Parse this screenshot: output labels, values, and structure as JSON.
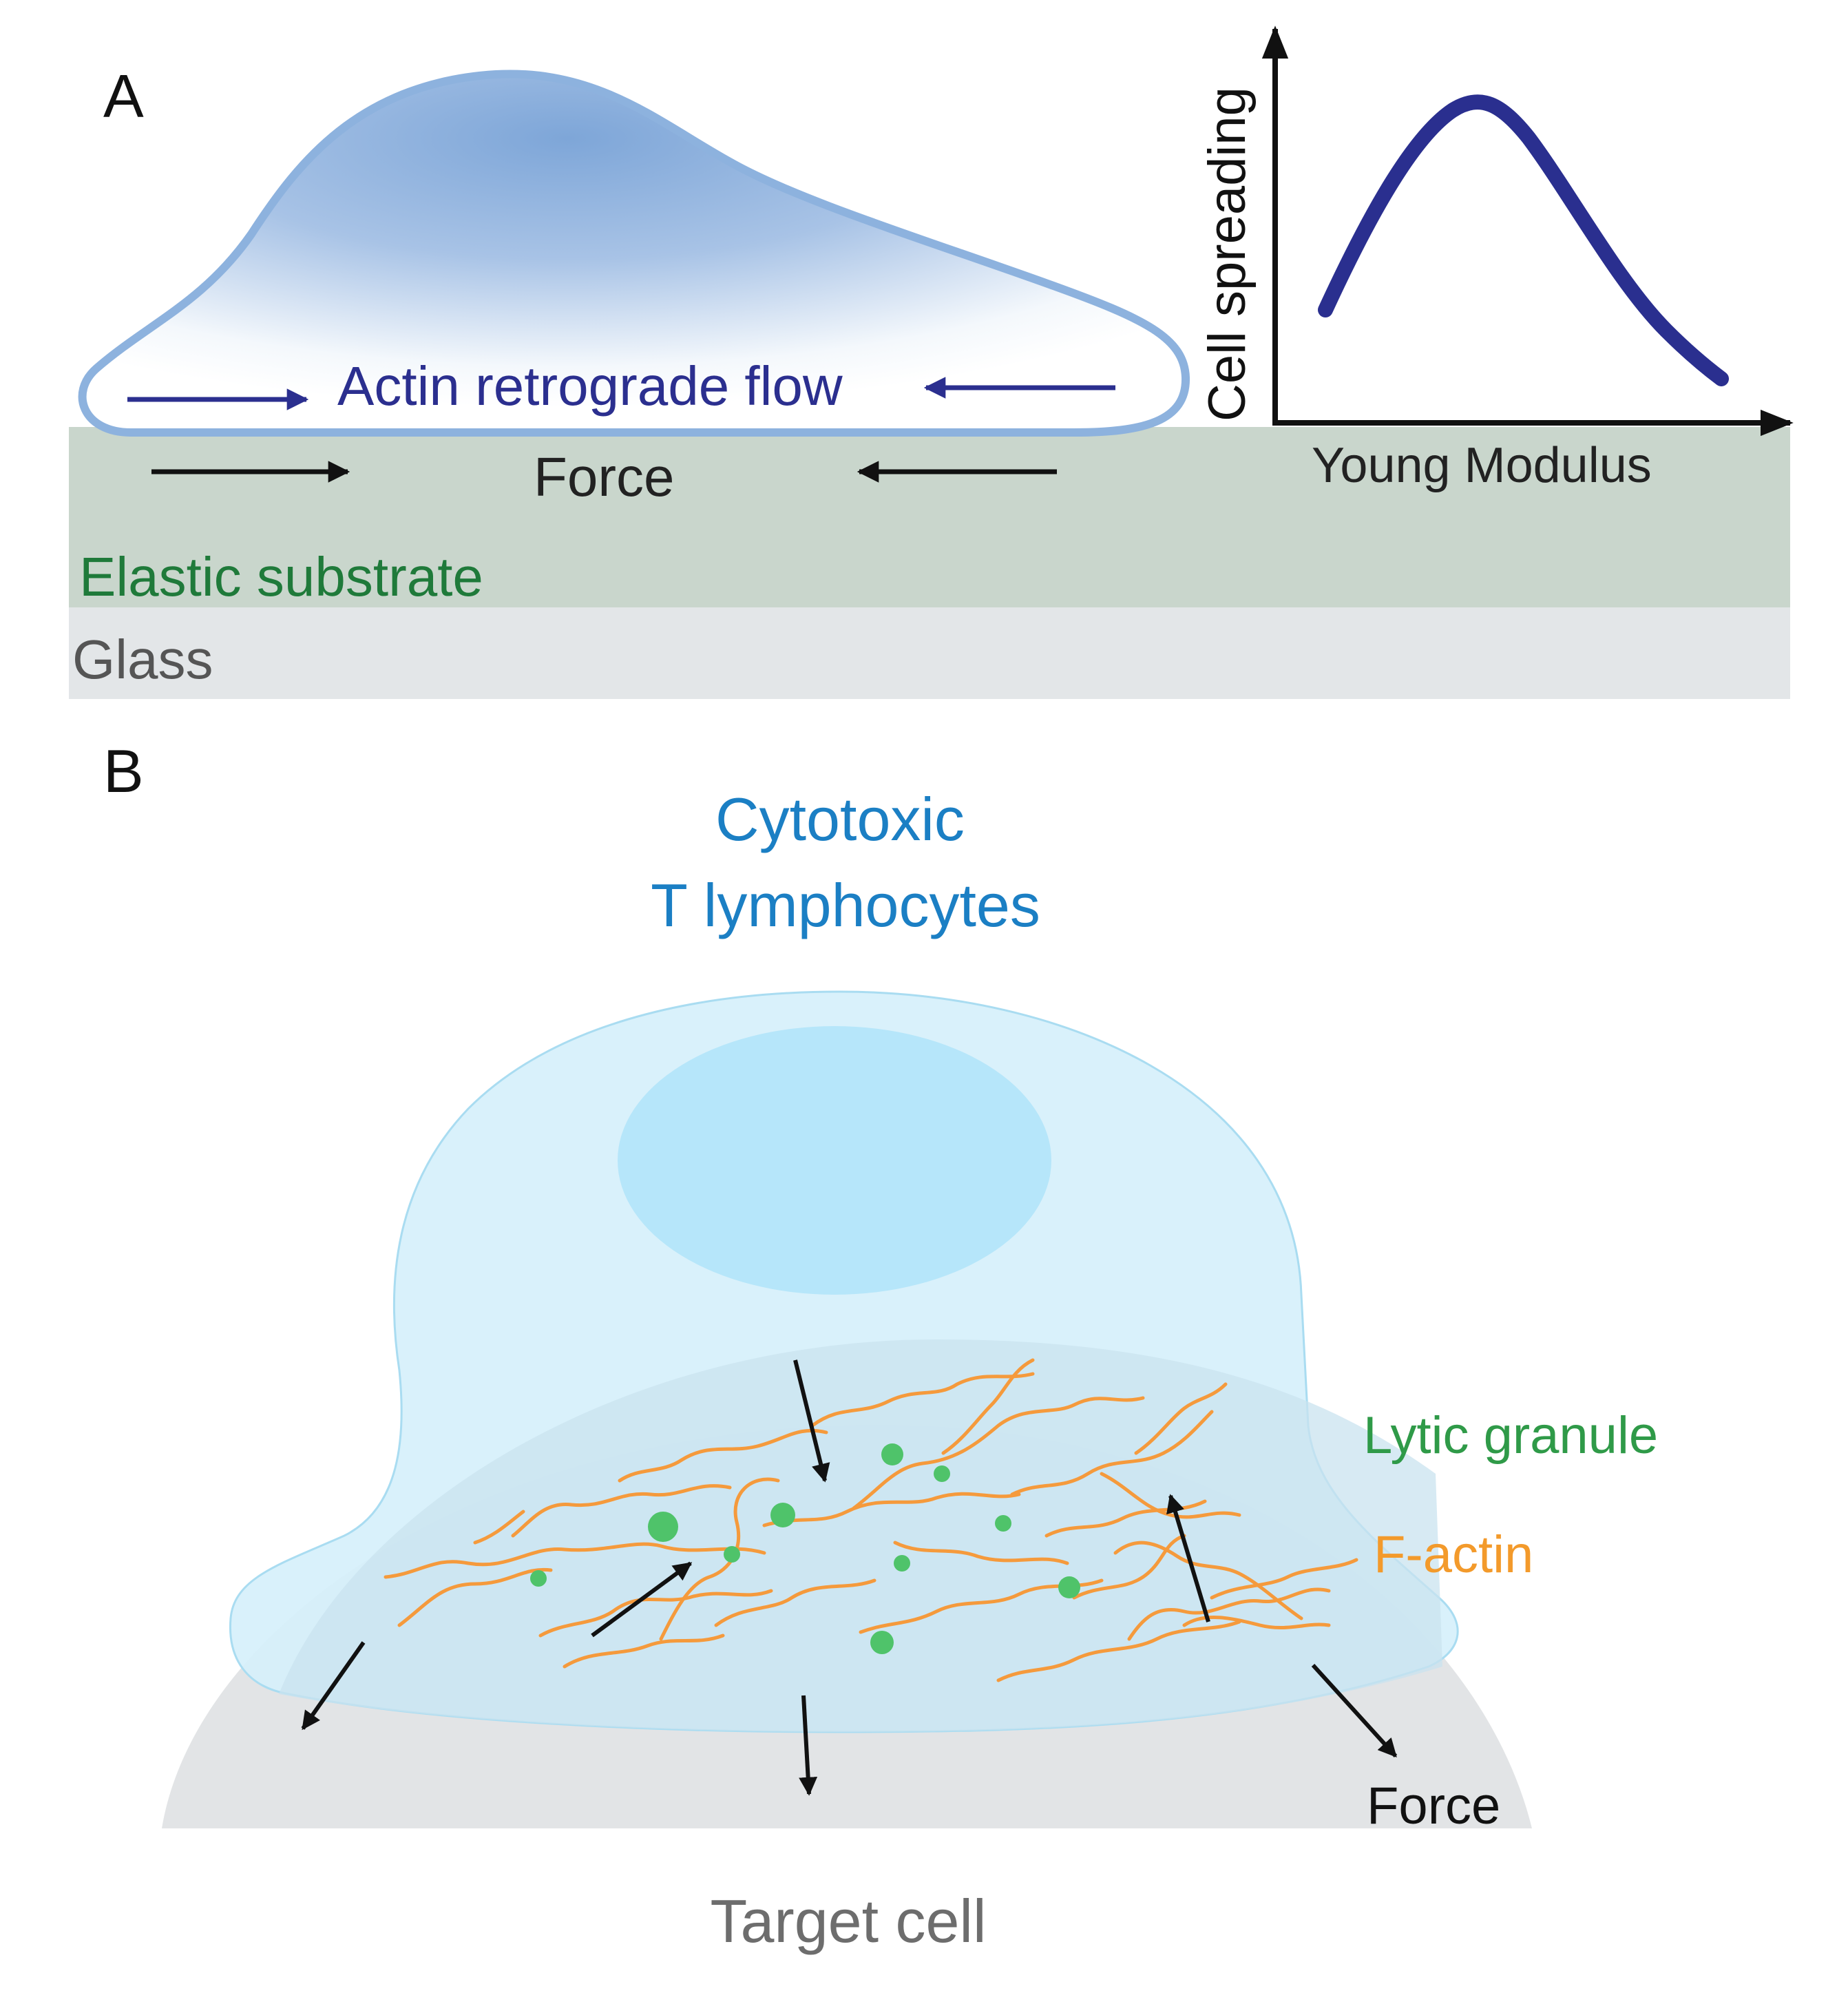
{
  "panel_a": {
    "label": "A",
    "flow_label": "Actin retrograde flow",
    "force_label": "Force",
    "substrate_label": "Elastic substrate",
    "glass_label": "Glass",
    "inset_chart": {
      "ylabel": "Cell spreading",
      "xlabel": "Young Modulus"
    }
  },
  "panel_b": {
    "label": "B",
    "title_line1": "Cytotoxic",
    "title_line2": "T lymphocytes",
    "granule_label": "Lytic granule",
    "actin_label": "F-actin",
    "force_label": "Force",
    "target_label": "Target cell"
  },
  "colors": {
    "substrate": "#c9d6cc",
    "glass": "#e3e6e8",
    "cell_outline_a": "#8db2de",
    "flow_arrow": "#2b2f8f",
    "curve": "#2a2f8f",
    "substrate_text": "#1f7a3a",
    "title_b": "#1b7fc4",
    "granule": "#4fc36a",
    "granule_text": "#2f9a48",
    "actin": "#f59a3c",
    "actin_text": "#f39a2b",
    "target_text": "#6d6d6d"
  }
}
